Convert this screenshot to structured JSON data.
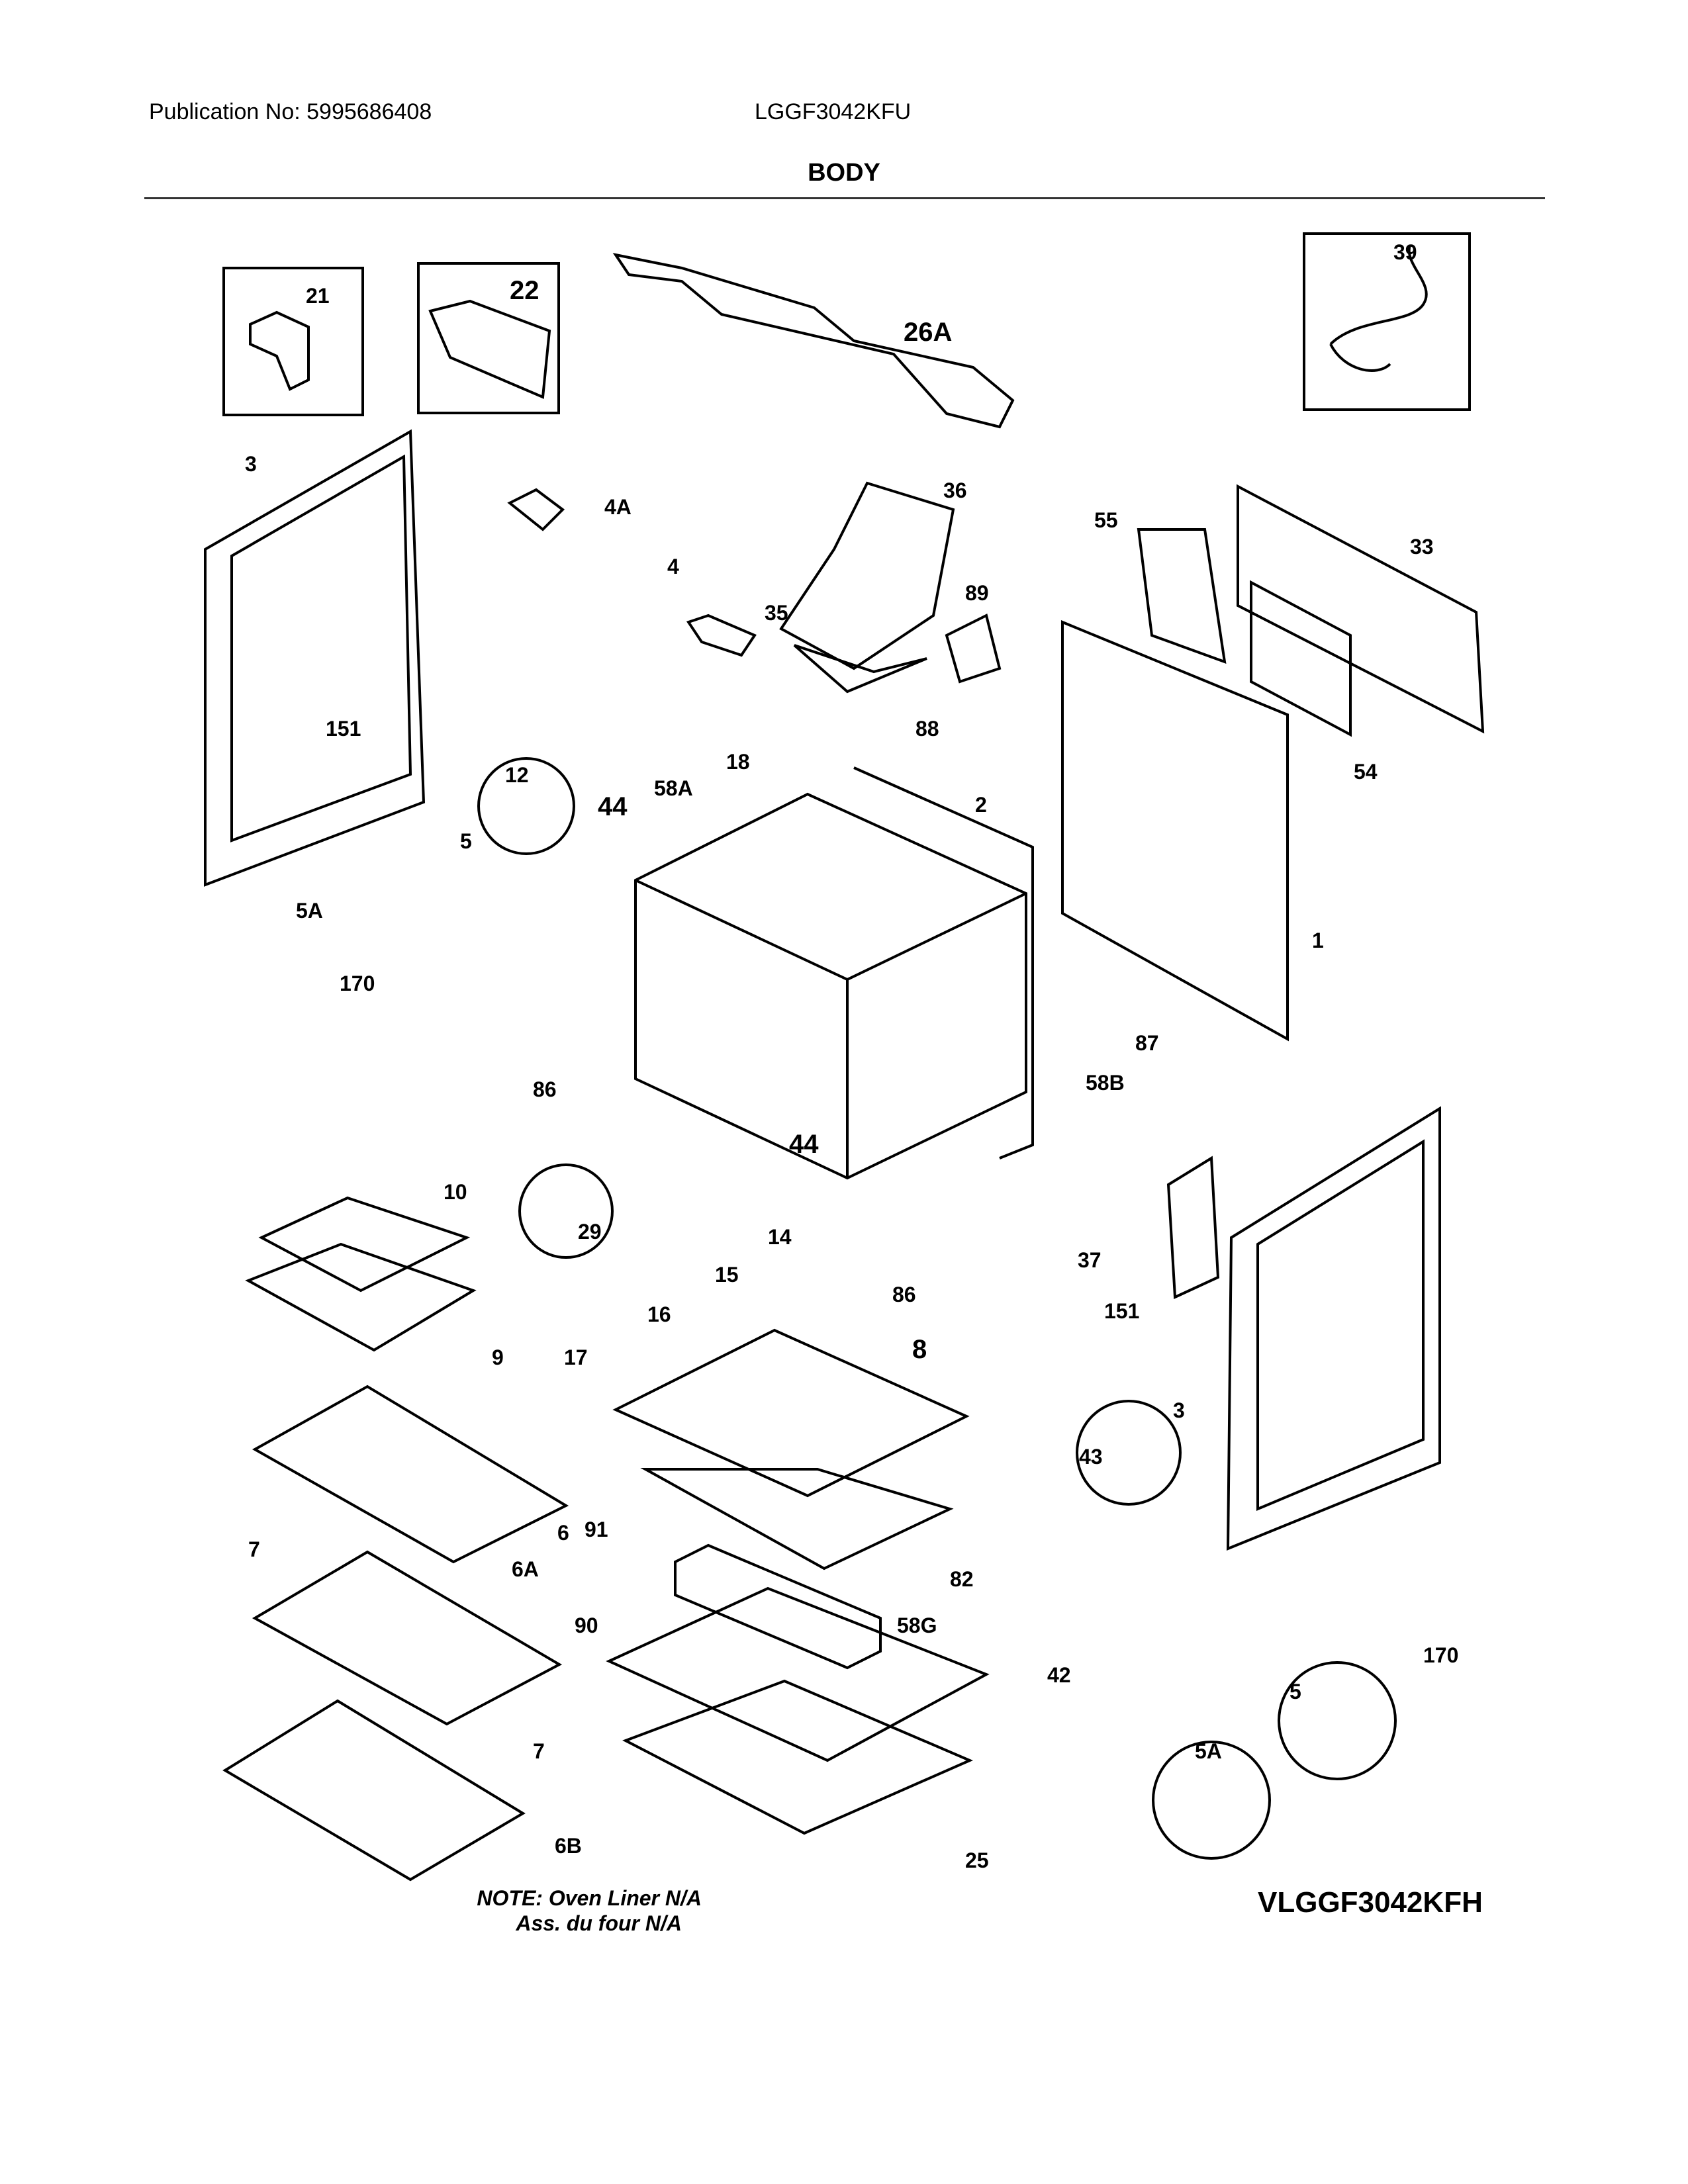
{
  "header": {
    "publication": "Publication No: 5995686408",
    "model": "LGGF3042KFU",
    "section_title": "BODY"
  },
  "callouts": [
    "21",
    "22",
    "26A",
    "39",
    "3",
    "4A",
    "36",
    "55",
    "33",
    "4",
    "35",
    "89",
    "151",
    "88",
    "54",
    "12",
    "44",
    "58A",
    "18",
    "2",
    "5",
    "5A",
    "1",
    "170",
    "87",
    "86",
    "58B",
    "44",
    "10",
    "29",
    "14",
    "37",
    "15",
    "151",
    "86",
    "16",
    "9",
    "17",
    "8",
    "43",
    "3",
    "6",
    "91",
    "82",
    "7",
    "6A",
    "90",
    "58G",
    "42",
    "170",
    "5",
    "7",
    "5A",
    "6B",
    "25"
  ],
  "note": {
    "line1": "NOTE: Oven Liner N/A",
    "line2": "Ass. du four N/A"
  },
  "diagram_code": "VLGGF3042KFH"
}
